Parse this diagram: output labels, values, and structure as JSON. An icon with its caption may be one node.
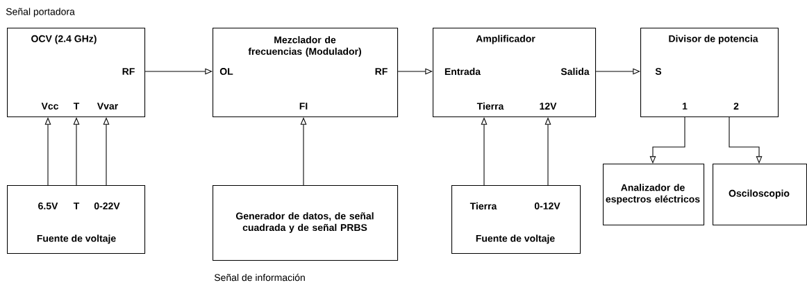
{
  "diagram": {
    "nodes": [
      {
        "text": [
          "OCV (2.4 GHz)",
          "RF",
          "Vcc",
          "T",
          "Vvar"
        ],
        "beside": [
          "Señal portadora"
        ]
      },
      {
        "text": [
          "Mezclador de frecuencias (Modulador)",
          "OL",
          "RF",
          "FI"
        ]
      },
      {
        "text": [
          "Amplificador",
          "Entrada",
          "Salida",
          "Tierra",
          "12V"
        ]
      },
      {
        "text": [
          "Divisor de potencia",
          "S",
          "1",
          "2"
        ]
      },
      {
        "text": [
          "6.5V",
          "T",
          "0-22V",
          "Fuente de voltaje"
        ]
      },
      {
        "text": [
          "Generador de datos, de señal cuadrada y de señal PRBS"
        ],
        "beside": [
          "Señal de información"
        ]
      },
      {
        "text": [
          "Tierra",
          "0-12V",
          "Fuente de voltaje"
        ]
      },
      {
        "text": [
          "Analizador de espectros eléctricos"
        ]
      },
      {
        "text": [
          "Osciloscopio"
        ]
      }
    ],
    "edges": [
      {
        "from": 0,
        "to": 1,
        "arrow": "to"
      },
      {
        "from": 1,
        "to": 2,
        "arrow": "to"
      },
      {
        "from": 2,
        "to": 3,
        "arrow": "to"
      },
      {
        "from": 4,
        "to": 0,
        "arrow": "to"
      },
      {
        "from": 4,
        "to": 0,
        "arrow": "to"
      },
      {
        "from": 4,
        "to": 0,
        "arrow": "to"
      },
      {
        "from": 5,
        "to": 1,
        "arrow": "to"
      },
      {
        "from": 6,
        "to": 2,
        "arrow": "to"
      },
      {
        "from": 6,
        "to": 2,
        "arrow": "to"
      },
      {
        "from": 3,
        "to": 7,
        "arrow": "to"
      },
      {
        "from": 3,
        "to": 8,
        "arrow": "to"
      }
    ]
  }
}
